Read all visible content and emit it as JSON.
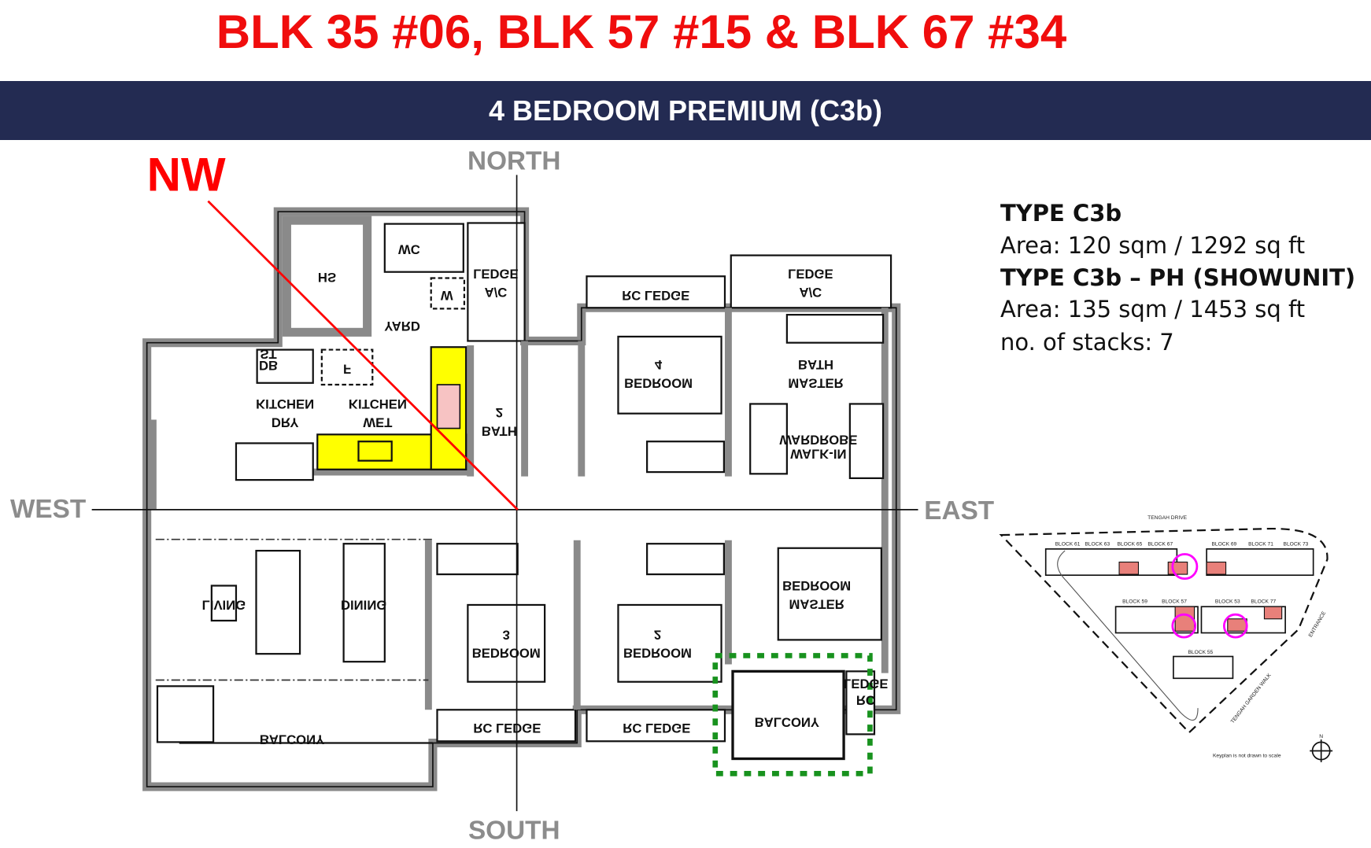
{
  "title": "BLK 35 #06, BLK 57 #15 & BLK 67 #34",
  "banner": "4 BEDROOM PREMIUM (C3b)",
  "compass": {
    "north": "NORTH",
    "south": "SOUTH",
    "west": "WEST",
    "east": "EAST",
    "nw": "NW"
  },
  "info": {
    "type1": "TYPE C3b",
    "area1": "Area: 120 sqm / 1292 sq ft",
    "type2": "TYPE C3b – PH (SHOWUNIT)",
    "area2": "Area: 135 sqm / 1453 sq ft",
    "stacks": "no. of stacks: 7"
  },
  "rooms": {
    "hs": "HS",
    "wc": "WC",
    "ac_ledge_1": "A/C",
    "ac_ledge_1b": "LEDGE",
    "yard": "YARD",
    "w": "W",
    "f": "F",
    "db": "DB",
    "st": "ST",
    "dry_kitchen_1": "DRY",
    "dry_kitchen_2": "KITCHEN",
    "wet_kitchen_1": "WET",
    "wet_kitchen_2": "KITCHEN",
    "bath2_1": "BATH",
    "bath2_2": "2",
    "rc_ledge_top": "RC LEDGE",
    "ac_ledge_2": "A/C",
    "ac_ledge_2b": "LEDGE",
    "bedroom4_1": "BEDROOM",
    "bedroom4_2": "4",
    "master_bath_1": "MASTER",
    "master_bath_2": "BATH",
    "walkin_1": "WALK-IN",
    "walkin_2": "WARDROBE",
    "living": "LIVING",
    "dining": "DINING",
    "bedroom3_1": "BEDROOM",
    "bedroom3_2": "3",
    "bedroom2_1": "BEDROOM",
    "bedroom2_2": "2",
    "master_bed_1": "MASTER",
    "master_bed_2": "BEDROOM",
    "balcony_1": "BALCONY",
    "balcony_2": "BALCONY",
    "rc_ledge_b1": "RC LEDGE",
    "rc_ledge_b2": "RC LEDGE",
    "rc_ledge_r1": "RC",
    "rc_ledge_r2": "LEDGE"
  },
  "keyplan": {
    "road_top": "TENGAH DRIVE",
    "road_bottom": "TENGAH GARDEN WALK",
    "entrance": "ENTRANCE",
    "note": "Keyplan is not drawn to scale",
    "north": "N",
    "blocks_row1": [
      "BLOCK 61",
      "BLOCK 63",
      "BLOCK 65",
      "BLOCK 67",
      "BLOCK 69",
      "BLOCK 71",
      "BLOCK 73"
    ],
    "blocks_row2": [
      "BLOCK 59",
      "BLOCK 57",
      "BLOCK 53",
      "BLOCK 77"
    ],
    "block_row3": "BLOCK 55"
  },
  "colors": {
    "title": "#f00d0d",
    "banner": "#232b52",
    "highlight": "#ffff00",
    "balcony_dash": "#18921e",
    "keyplan_circle": "#ff00ff",
    "keyplan_unit": "#e8807a"
  }
}
